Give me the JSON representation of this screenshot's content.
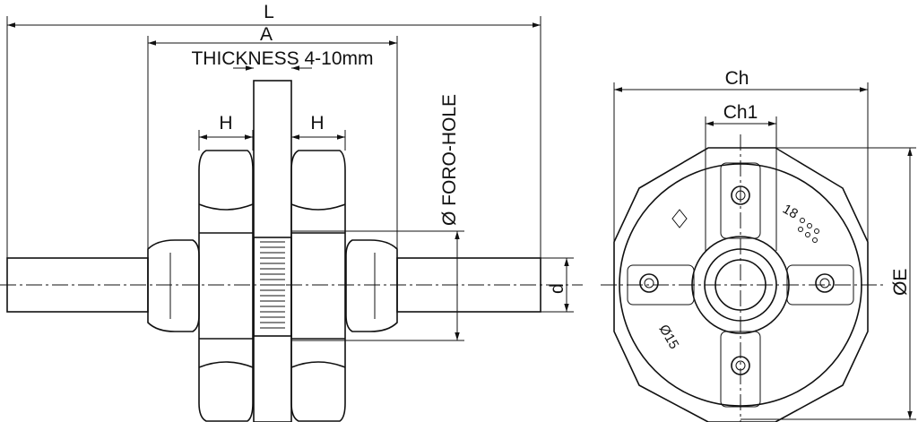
{
  "labels": {
    "length": "L",
    "a_dimension": "A",
    "thickness": "THICKNESS  4-10mm",
    "h_left": "H",
    "h_right": "H",
    "hole": "Ø FORO-HOLE",
    "pipe_diameter": "d",
    "hex_ch": "Ch",
    "hex_ch1": "Ch1",
    "outer_diameter": "ØE"
  },
  "part_markings": {
    "size": "18",
    "diameter": "Ø15"
  },
  "colors": {
    "line": "#111111",
    "background": "#ffffff"
  }
}
